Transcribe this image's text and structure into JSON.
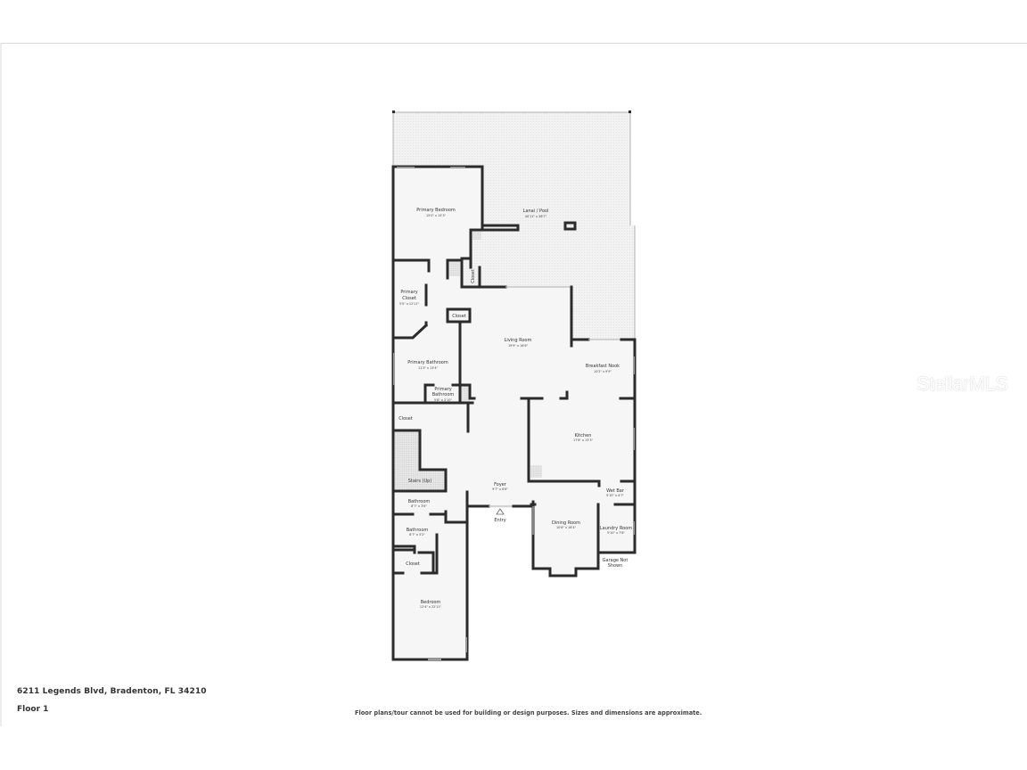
{
  "listing": {
    "address": "6211 Legends Blvd, Bradenton, FL 34210",
    "floor_label": "Floor 1",
    "disclaimer": "Floor plans/tour cannot be used for building or design purposes. Sizes and dimensions are approximate.",
    "watermark": "StellarMLS"
  },
  "colors": {
    "wall": "#2b2b2b",
    "floor": "#f5f5f5",
    "patio": "#f0f0f0",
    "text": "#333333"
  },
  "rooms": {
    "lanai": {
      "name": "Lanai / Pool",
      "dims": "40'11\" x 38'7\""
    },
    "primary_bedroom": {
      "name": "Primary Bedroom",
      "dims": "15'0\" x 15'3\""
    },
    "closet_top": {
      "name": "Closet"
    },
    "primary_closet": {
      "name": "Primary",
      "name2": "Closet",
      "dims": "5'5\" x 12'11\""
    },
    "closet_mid": {
      "name": "Closet"
    },
    "living_room": {
      "name": "Living Room",
      "dims": "19'9\" x 16'6\""
    },
    "breakfast_nook": {
      "name": "Breakfast Nook",
      "dims": "10'2\" x 9'9\""
    },
    "primary_bathroom": {
      "name": "Primary Bathroom",
      "dims": "11'3\" x 13'4\""
    },
    "primary_bathroom_small": {
      "name": "Primary",
      "name2": "Bathroom",
      "dims": "5'8\" x 2'10\""
    },
    "closet_left": {
      "name": "Closet"
    },
    "kitchen": {
      "name": "Kitchen",
      "dims": "17'8\" x 13'3\""
    },
    "stairs": {
      "name": "Stairs (Up)"
    },
    "foyer": {
      "name": "Foyer",
      "dims": "9'7\" x 6'6\""
    },
    "wet_bar": {
      "name": "Wet Bar",
      "dims": "5'10\" x 4'7\""
    },
    "bathroom_1": {
      "name": "Bathroom",
      "dims": "8'7\" x 3'6\""
    },
    "entry": {
      "name": "Entry"
    },
    "dining_room": {
      "name": "Dining Room",
      "dims": "10'8\" x 16'4\""
    },
    "laundry_room": {
      "name": "Laundry Room",
      "dims": "5'10\" x 7'8\""
    },
    "bathroom_2": {
      "name": "Bathroom",
      "dims": "8'7\" x 5'2\""
    },
    "garage": {
      "name": "Garage Not",
      "name2": "Shown"
    },
    "closet_bottom": {
      "name": "Closet"
    },
    "bedroom": {
      "name": "Bedroom",
      "dims": "12'4\" x 22'11\""
    }
  }
}
